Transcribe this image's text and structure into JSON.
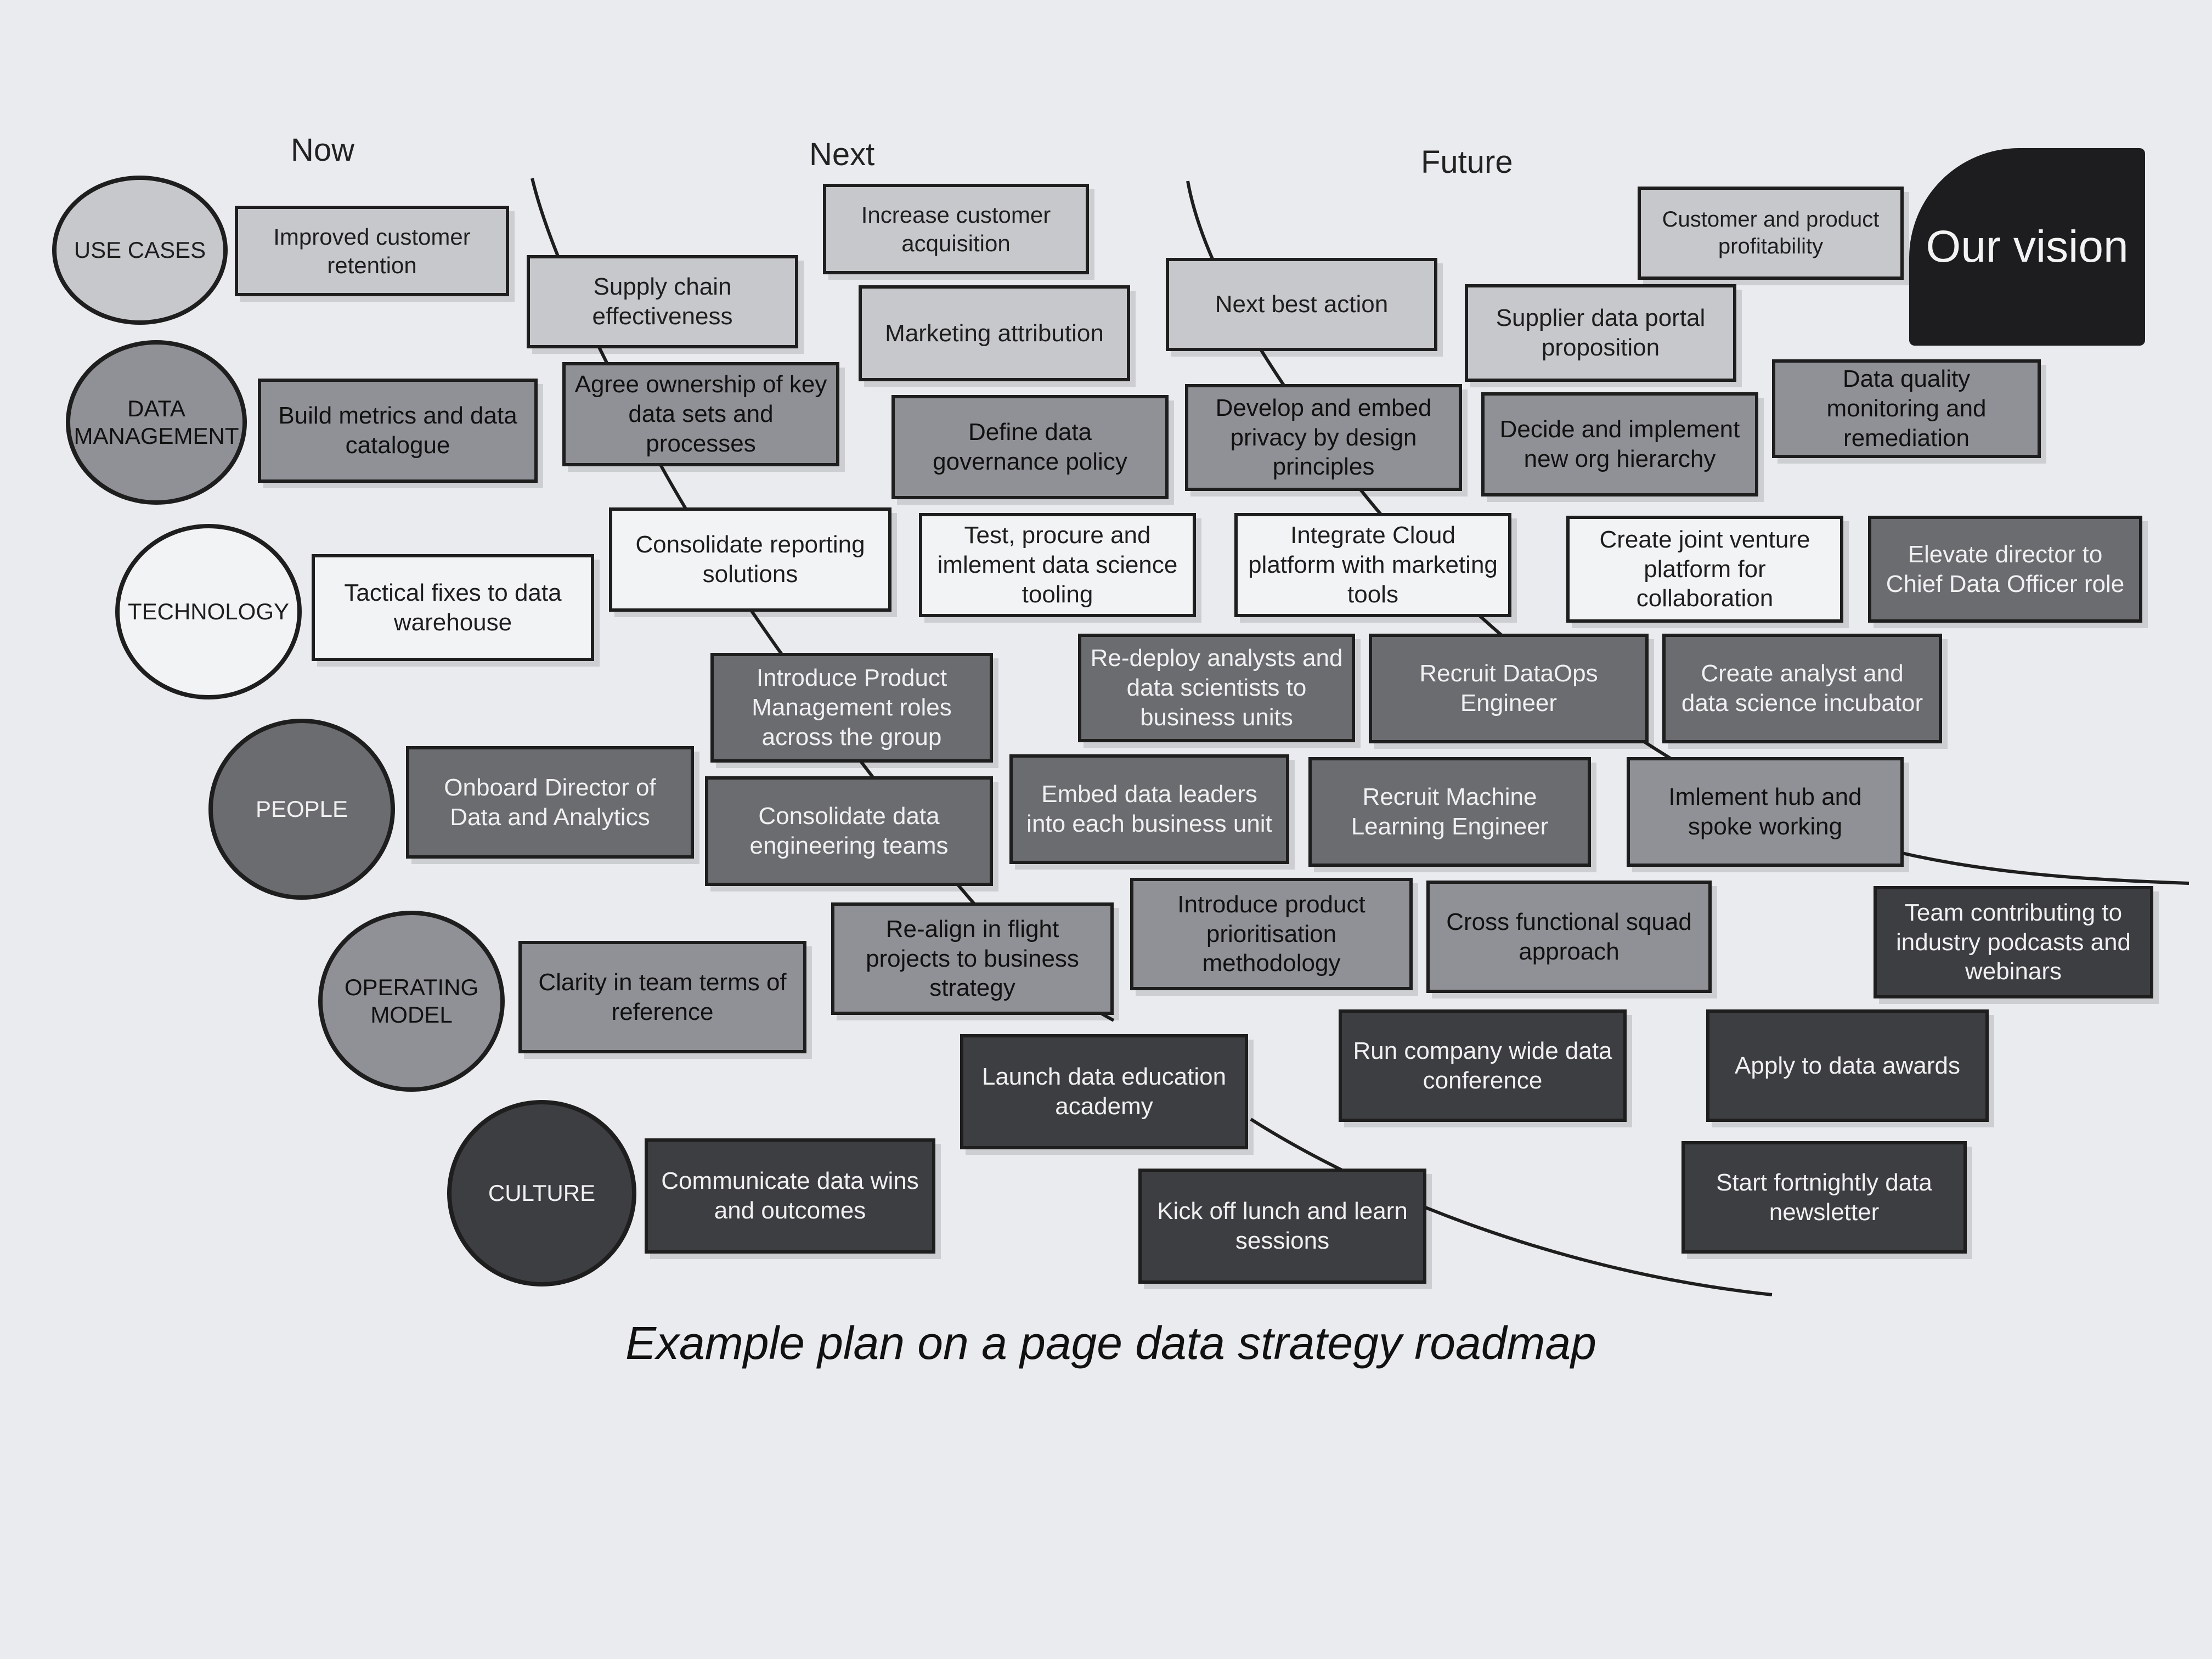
{
  "headers": {
    "now": "Now",
    "next": "Next",
    "future": "Future"
  },
  "vision": "Our vision",
  "caption": "Example plan on a page data strategy roadmap",
  "categories": {
    "use_cases": "USE CASES",
    "data_management": "DATA MANAGEMENT",
    "technology": "TECHNOLOGY",
    "people": "PEOPLE",
    "operating_model": "OPERATING MODEL",
    "culture": "CULTURE"
  },
  "items": {
    "improved_customer_retention": "Improved customer retention",
    "supply_chain_effectiveness": "Supply chain effectiveness",
    "increase_customer_acquisition": "Increase customer acquisition",
    "marketing_attribution": "Marketing attribution",
    "next_best_action": "Next best action",
    "supplier_data_portal": "Supplier data portal proposition",
    "customer_product_profitability": "Customer and product profitability",
    "build_metrics": "Build metrics and data catalogue",
    "agree_ownership": "Agree ownership of key data sets and processes",
    "define_governance": "Define data governance policy",
    "privacy_by_design": "Develop and embed privacy by design principles",
    "org_hierarchy": "Decide and implement new org hierarchy",
    "data_quality": "Data quality monitoring and remediation",
    "tactical_fixes": "Tactical fixes to data warehouse",
    "consolidate_reporting": "Consolidate reporting solutions",
    "test_procure": "Test, procure and imlement data science tooling",
    "integrate_cloud": "Integrate Cloud platform with marketing tools",
    "joint_venture": "Create joint venture platform for collaboration",
    "elevate_director": "Elevate director to Chief Data Officer role",
    "introduce_pm_roles": "Introduce Product Management roles across the group",
    "redeploy_analysts": "Re-deploy analysts and data scientists to business units",
    "recruit_dataops": "Recruit DataOps Engineer",
    "analyst_incubator": "Create analyst and data science incubator",
    "onboard_director": "Onboard Director of Data and Analytics",
    "consolidate_engineering": "Consolidate data engineering teams",
    "embed_leaders": "Embed data leaders into each business unit",
    "recruit_ml": "Recruit Machine Learning Engineer",
    "hub_spoke": "Imlement hub and spoke working",
    "clarity_team": "Clarity in team terms of reference",
    "realign_projects": "Re-align in flight projects to business strategy",
    "prioritisation": "Introduce product prioritisation methodology",
    "cross_functional": "Cross functional squad approach",
    "podcasts": "Team contributing to industry podcasts and webinars",
    "launch_academy": "Launch data education academy",
    "company_conference": "Run company wide data conference",
    "data_awards": "Apply to data awards",
    "communicate_wins": "Communicate data wins and outcomes",
    "lunch_learn": "Kick off lunch and learn sessions",
    "newsletter": "Start fortnightly data newsletter"
  }
}
